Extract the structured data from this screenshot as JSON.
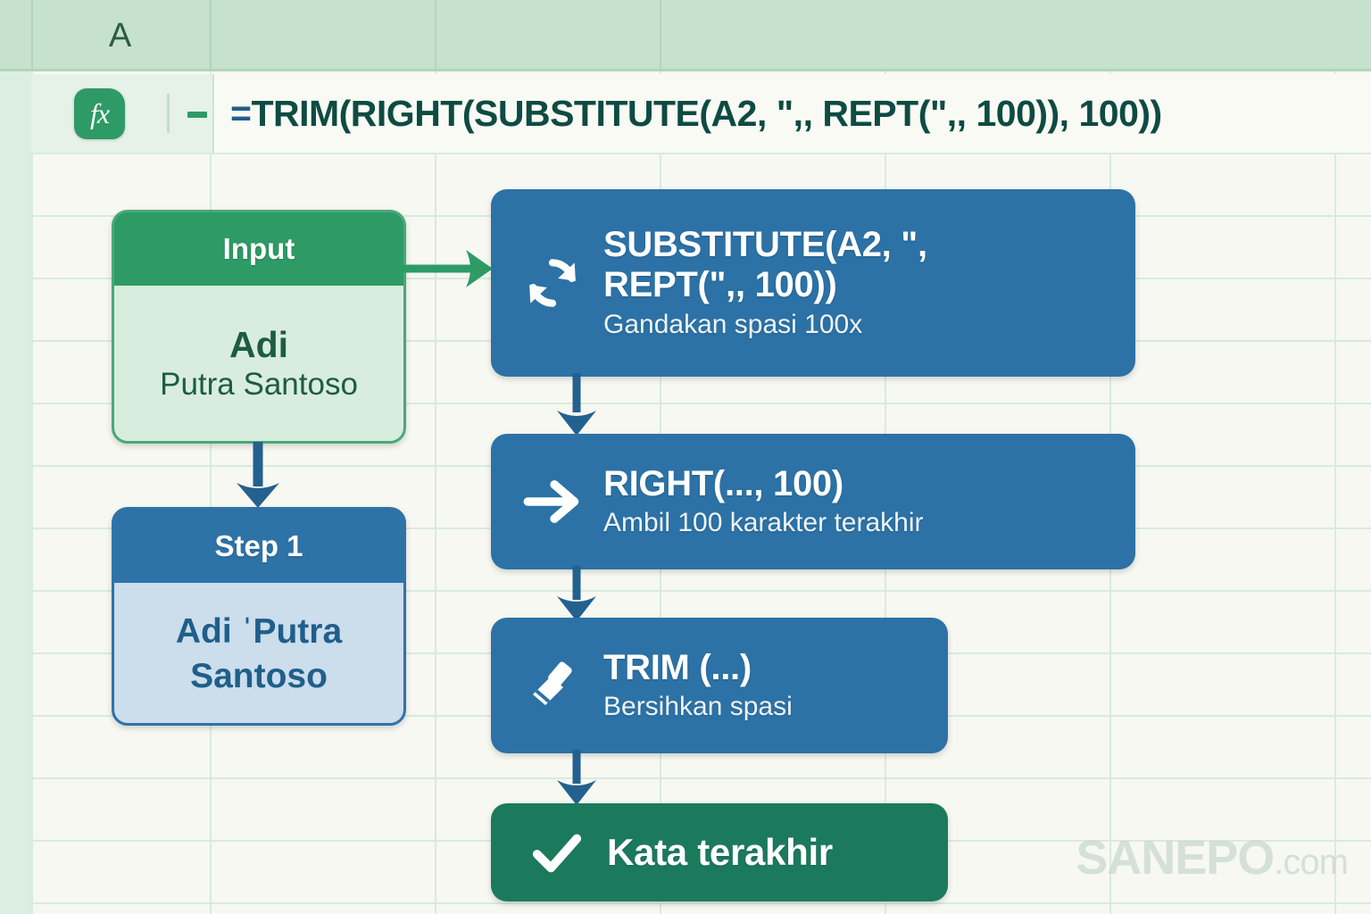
{
  "spreadsheet": {
    "column_header": "A",
    "formula_bar": {
      "fx_label": "fx",
      "name_box_value": "-",
      "formula": "=TRIM(RIGHT(SUBSTITUTE(A2, \",, REPT(\",, 100)), 100))",
      "formula_prefix": "=",
      "formula_body": "TRIM(RIGHT(SUBSTITUTE(A2, \",, REPT(\",, 100)), 100))"
    }
  },
  "left_column": {
    "input_card": {
      "header": "Input",
      "value_line1": "Adi",
      "value_line2": "Putra Santoso"
    },
    "step1_card": {
      "header": "Step 1",
      "value_line1": "Adi ˈPutra",
      "value_line2": "Santoso"
    }
  },
  "flow_steps": [
    {
      "icon": "refresh-sync-icon",
      "title_line1": "SUBSTITUTE(A2, \",",
      "title_line2": "REPT(\",, 100))",
      "subtitle": "Gandakan spasi 100x"
    },
    {
      "icon": "arrow-right-icon",
      "title_line1": "RIGHT(..., 100)",
      "title_line2": "",
      "subtitle": "Ambil 100 karakter terakhir"
    },
    {
      "icon": "broom-clean-icon",
      "title_line1": "TRIM (...)",
      "title_line2": "",
      "subtitle": "Bersihkan spasi"
    }
  ],
  "result_card": {
    "icon": "check-mark-icon",
    "label": "Kata terakhir"
  },
  "watermark": {
    "brand": "SANEPO",
    "domain": ".com"
  },
  "colors": {
    "sheet_background": "#f7f8f2",
    "grid_line": "#d8ebdd",
    "header_band": "#c6e1cd",
    "accent_green": "#2e9b66",
    "accent_blue": "#2c72a6",
    "result_green": "#1c7a5c",
    "formula_text": "#0e4b42"
  }
}
